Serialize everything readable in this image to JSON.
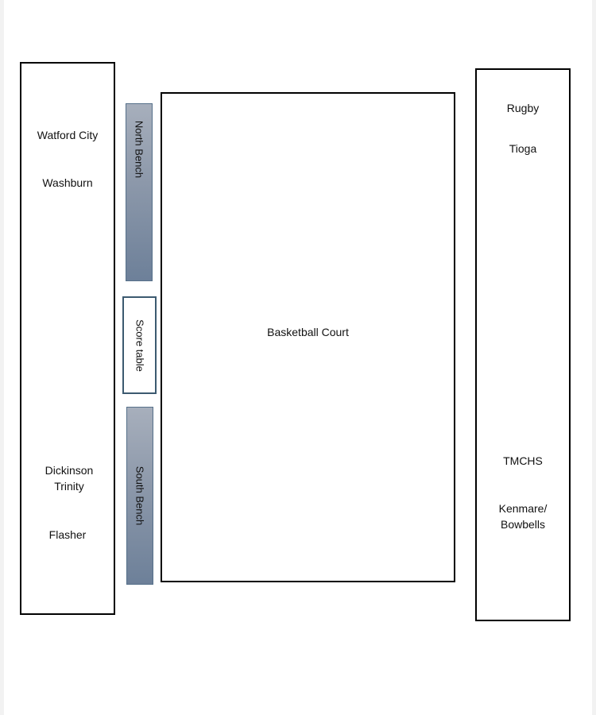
{
  "left_section": {
    "teams": [
      "Watford City",
      "Washburn",
      "Dickinson Trinity",
      "Flasher"
    ]
  },
  "benches": {
    "north": "North Bench",
    "south": "South Bench"
  },
  "score_table": "Score table",
  "court": {
    "label": "Basketball Court"
  },
  "right_section": {
    "teams": [
      "Rugby",
      "Tioga",
      "TMCHS",
      "Kenmare/\nBowbells"
    ]
  }
}
